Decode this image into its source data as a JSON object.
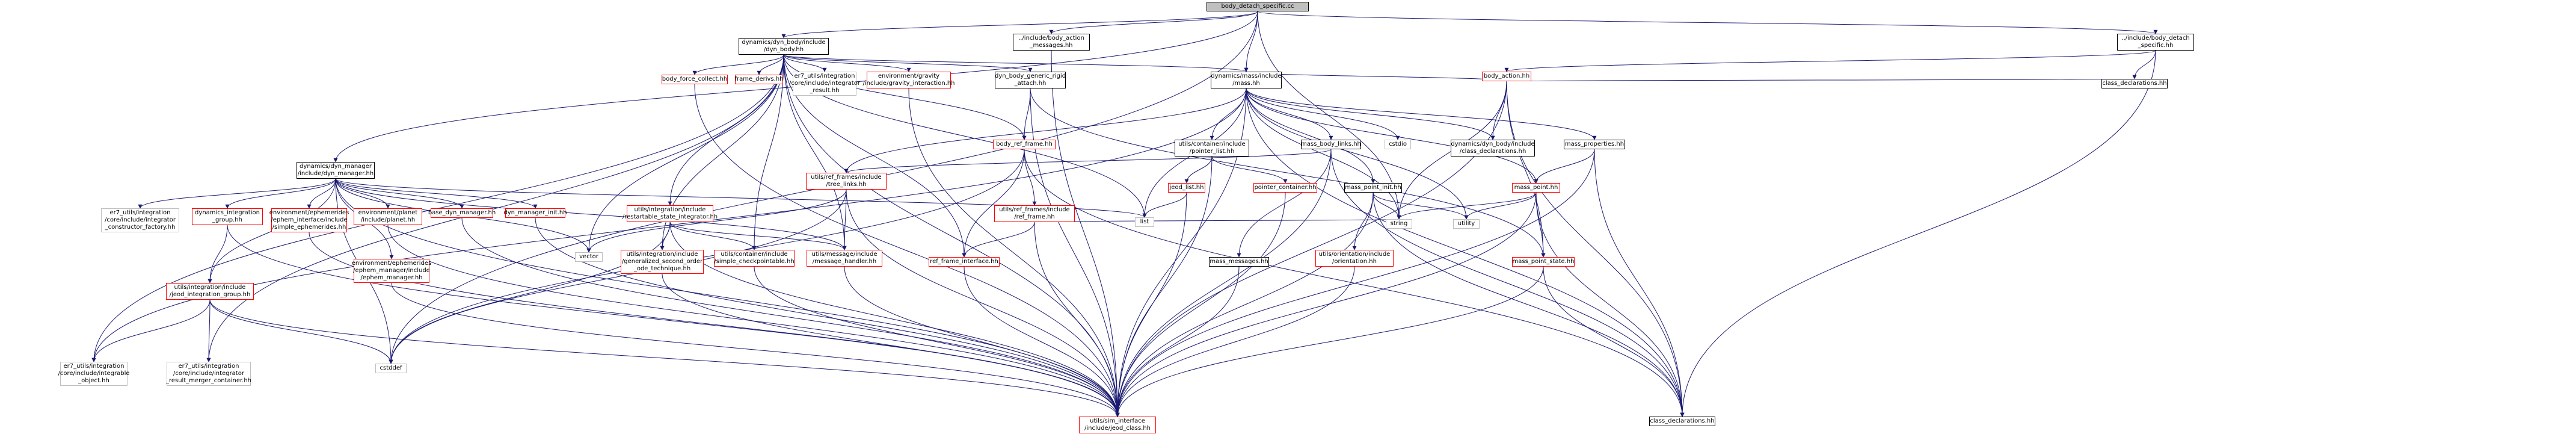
{
  "colors": {
    "edge": "#191970",
    "edge_red": "#ff0000",
    "root_fill": "#bfbfbf",
    "missing_border": "#bfbfbf",
    "truncated_border": "#ff0000"
  },
  "nodes": {
    "root": "body_detach_specific.cc",
    "dyn_body": "dynamics/dyn_body/include\n/dyn_body.hh",
    "body_action_messages": "../include/body_action\n_messages.hh",
    "body_detach_specific": "../include/body_detach\n_specific.hh",
    "dyn_manager": "dynamics/dyn_manager\n/include/dyn_manager.hh",
    "body_force_collect": "body_force_collect.hh",
    "frame_derivs": "frame_derivs.hh",
    "integrator_result": "er7_utils/integration\n/core/include/integrator\n_result.hh",
    "gravity_interaction": "environment/gravity\n/include/gravity_interaction.hh",
    "dyn_body_generic_rigid": "dyn_body_generic_rigid\n_attach.hh",
    "mass": "dynamics/mass/include\n/mass.hh",
    "body_action": "body_action.hh",
    "class_declarations_hh": "class_declarations.hh",
    "integrator_constructor_factory": "er7_utils/integration\n/core/include/integrator\n_constructor_factory.hh",
    "dynamics_integration_group": "dynamics_integration\n_group.hh",
    "simple_ephemerides": "environment/ephemerides\n/ephem_interface/include\n/simple_ephemerides.hh",
    "planet": "environment/planet\n/include/planet.hh",
    "base_dyn_manager": "base_dyn_manager.hh",
    "dyn_manager_init": "dyn_manager_init.hh",
    "ephem_manager": "environment/ephemerides\n/ephem_manager/include\n/ephem_manager.hh",
    "jeod_integration_group": "utils/integration/include\n/jeod_integration_group.hh",
    "integrable_object": "er7_utils/integration\n/core/include/integrable\n_object.hh",
    "integrator_result_merger_container": "er7_utils/integration\n/core/include/integrator\n_result_merger_container.hh",
    "cstddef": "cstddef",
    "restartable_state_integrator": "utils/integration/include\n/restartable_state_integrator.hh",
    "generalized_second_order": "utils/integration/include\n/generalized_second_order\n_ode_technique.hh",
    "simple_checkpointable": "utils/container/include\n/simple_checkpointable.hh",
    "message_handler": "utils/message/include\n/message_handler.hh",
    "vector": "vector",
    "body_ref_frame": "body_ref_frame.hh",
    "ref_frames_tree_links": "utils/ref_frames/include\n/tree_links.hh",
    "ref_frames_ref_frame": "utils/ref_frames/include\n/ref_frame.hh",
    "ref_frame_interface": "ref_frame_interface.hh",
    "pointer_list": "utils/container/include\n/pointer_list.hh",
    "jeod_list": "jeod_list.hh",
    "pointer_container": "pointer_container.hh",
    "list": "list",
    "mass_body_links": "mass_body_links.hh",
    "cstdio": "cstdio",
    "dyn_body_class_declarations": "dynamics/dyn_body/include\n/class_declarations.hh",
    "mass_properties": "mass_properties.hh",
    "mass_point_init": "mass_point_init.hh",
    "mass_point": "mass_point.hh",
    "mass_messages": "mass_messages.hh",
    "orientation": "utils/orientation/include\n/orientation.hh",
    "string": "string",
    "utility": "utility",
    "mass_point_state": "mass_point_state.hh",
    "sim_interface": "utils/sim_interface\n/include/jeod_class.hh",
    "class_declarations_bottom": "class_declarations.hh"
  }
}
